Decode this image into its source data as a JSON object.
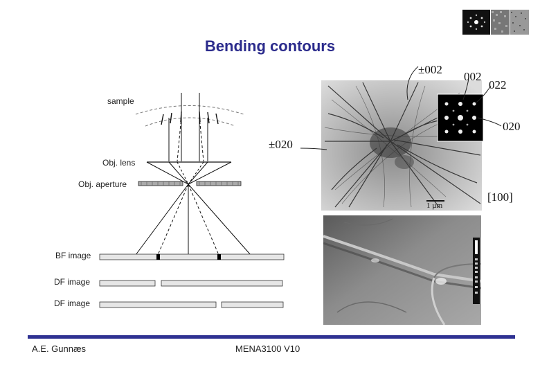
{
  "slide": {
    "title": "Bending contours",
    "author": "A.E. Gunnæs",
    "course": "MENA3100 V10"
  },
  "diagram": {
    "sample_label": "sample",
    "lens_label": "Obj. lens",
    "aperture_label": "Obj. aperture",
    "bf_label": "BF image",
    "df1_label": "DF image",
    "df2_label": "DF image"
  },
  "micrograph": {
    "labels": {
      "pm002": "±002",
      "pm020": "±020",
      "spot002": "002",
      "spot022": "022",
      "spot020": "020",
      "zone": "[100]",
      "scale": "1 µm"
    }
  },
  "colors": {
    "title": "#2b2b8c",
    "footer_bar": "#2e3192"
  }
}
